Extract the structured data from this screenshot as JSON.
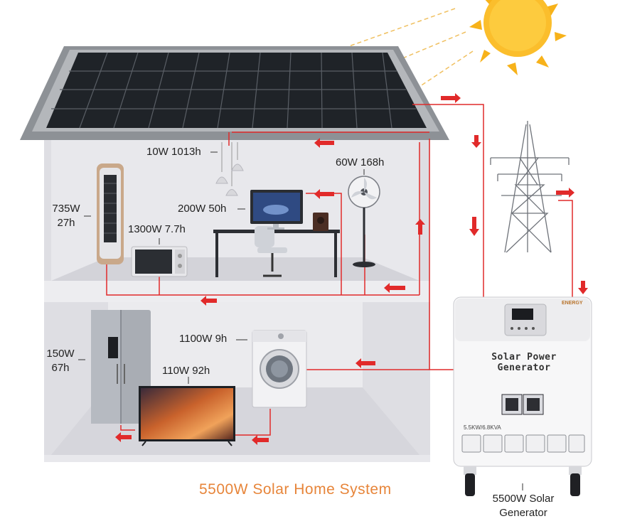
{
  "title": "5500W Solar Home System",
  "colors": {
    "wire": "#e12a2a",
    "title": "#e7853a",
    "sun": "#f7b21a",
    "panel_frame": "#9a9ea3",
    "panel_cell": "#22262b",
    "wall": "#e6e6ea",
    "floor": "#d6d6dc"
  },
  "appliances": {
    "lights": {
      "label": "10W 1013h",
      "icon": "pendant-lights-icon"
    },
    "fan": {
      "label": "60W 168h",
      "icon": "standing-fan-icon"
    },
    "computer": {
      "label": "200W 50h",
      "icon": "desktop-computer-icon"
    },
    "air_conditioner": {
      "label": "735W\n27h",
      "icon": "tower-ac-icon"
    },
    "microwave": {
      "label": "1300W 7.7h",
      "icon": "microwave-icon"
    },
    "washer": {
      "label": "1100W 9h",
      "icon": "washing-machine-icon"
    },
    "fridge": {
      "label": "150W\n67h",
      "icon": "refrigerator-icon"
    },
    "tv": {
      "label": "110W 92h",
      "icon": "television-icon"
    }
  },
  "generator": {
    "label": "5500W Solar\nGenerator",
    "panel_title": "Solar Power Generator",
    "spec": "5.5KW/6.8KVA",
    "brand": "ENERGY",
    "icon": "solar-generator-icon"
  },
  "icons": {
    "sun": "sun-icon",
    "solar_panel": "solar-panel-icon",
    "power_tower": "power-tower-icon"
  }
}
